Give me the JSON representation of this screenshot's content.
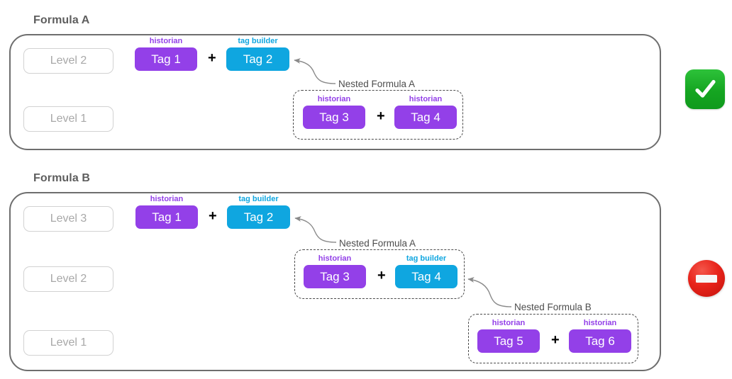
{
  "diagram": {
    "title_a": "Formula A",
    "title_b": "Formula B",
    "plus_symbol": "+",
    "colors": {
      "historian": "#9340e8",
      "tag_builder": "#0fa6e0",
      "container_border": "#6e6e6e",
      "level_text": "#a8a8a8",
      "nested_border": "#4a4a4a",
      "status_ok": "#15a521",
      "status_blocked": "#e8241b"
    }
  },
  "formula_a": {
    "title": "Formula A",
    "status": {
      "icon": "green-check-icon",
      "meaning": "allowed"
    },
    "levels": [
      {
        "label": "Level 2"
      },
      {
        "label": "Level 1"
      }
    ],
    "top_row": {
      "terms": [
        {
          "caption": "historian",
          "name": "Tag 1",
          "kind": "historian"
        },
        {
          "caption": "tag builder",
          "name": "Tag 2",
          "kind": "tag-builder"
        }
      ],
      "operator": "+"
    },
    "nested": [
      {
        "label": "Nested Formula A",
        "terms": [
          {
            "caption": "historian",
            "name": "Tag 3",
            "kind": "historian"
          },
          {
            "caption": "historian",
            "name": "Tag 4",
            "kind": "historian"
          }
        ],
        "operator": "+"
      }
    ]
  },
  "formula_b": {
    "title": "Formula B",
    "status": {
      "icon": "red-no-entry-icon",
      "meaning": "not-allowed"
    },
    "levels": [
      {
        "label": "Level 3"
      },
      {
        "label": "Level 2"
      },
      {
        "label": "Level 1"
      }
    ],
    "top_row": {
      "terms": [
        {
          "caption": "historian",
          "name": "Tag 1",
          "kind": "historian"
        },
        {
          "caption": "tag builder",
          "name": "Tag 2",
          "kind": "tag-builder"
        }
      ],
      "operator": "+"
    },
    "nested": [
      {
        "label": "Nested Formula A",
        "terms": [
          {
            "caption": "historian",
            "name": "Tag 3",
            "kind": "historian"
          },
          {
            "caption": "tag builder",
            "name": "Tag 4",
            "kind": "tag-builder"
          }
        ],
        "operator": "+"
      },
      {
        "label": "Nested Formula B",
        "terms": [
          {
            "caption": "historian",
            "name": "Tag 5",
            "kind": "historian"
          },
          {
            "caption": "historian",
            "name": "Tag 6",
            "kind": "historian"
          }
        ],
        "operator": "+"
      }
    ]
  }
}
